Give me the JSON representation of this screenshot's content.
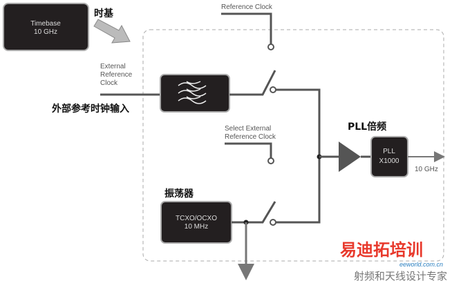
{
  "timebase": {
    "line1": "Timebase",
    "line2": "10 GHz",
    "caption_zh": "时基"
  },
  "reference_clock": "Reference Clock",
  "external_ref": {
    "line1": "External",
    "line2": "Reference",
    "line3": "Clock",
    "caption_zh": "外部参考时钟输入"
  },
  "select_external": {
    "line1": "Select External",
    "line2": "Reference Clock"
  },
  "oscillator": {
    "caption_zh": "振荡器",
    "line1": "TCXO/OCXO",
    "line2": "10 MHz"
  },
  "pll": {
    "caption_zh": "PLL倍频",
    "line1": "PLL",
    "line2": "X1000",
    "output": "10 GHz"
  },
  "watermark": {
    "brand": "易迪拓培训",
    "tagline": "射频和天线设计专家",
    "site": "eeworld.com.cn"
  },
  "colors": {
    "box": "#231f20",
    "line": "#555555",
    "arrow": "#bbbbbb",
    "watermark_red": "#e8392c",
    "watermark_blue": "#2a7fc0"
  }
}
